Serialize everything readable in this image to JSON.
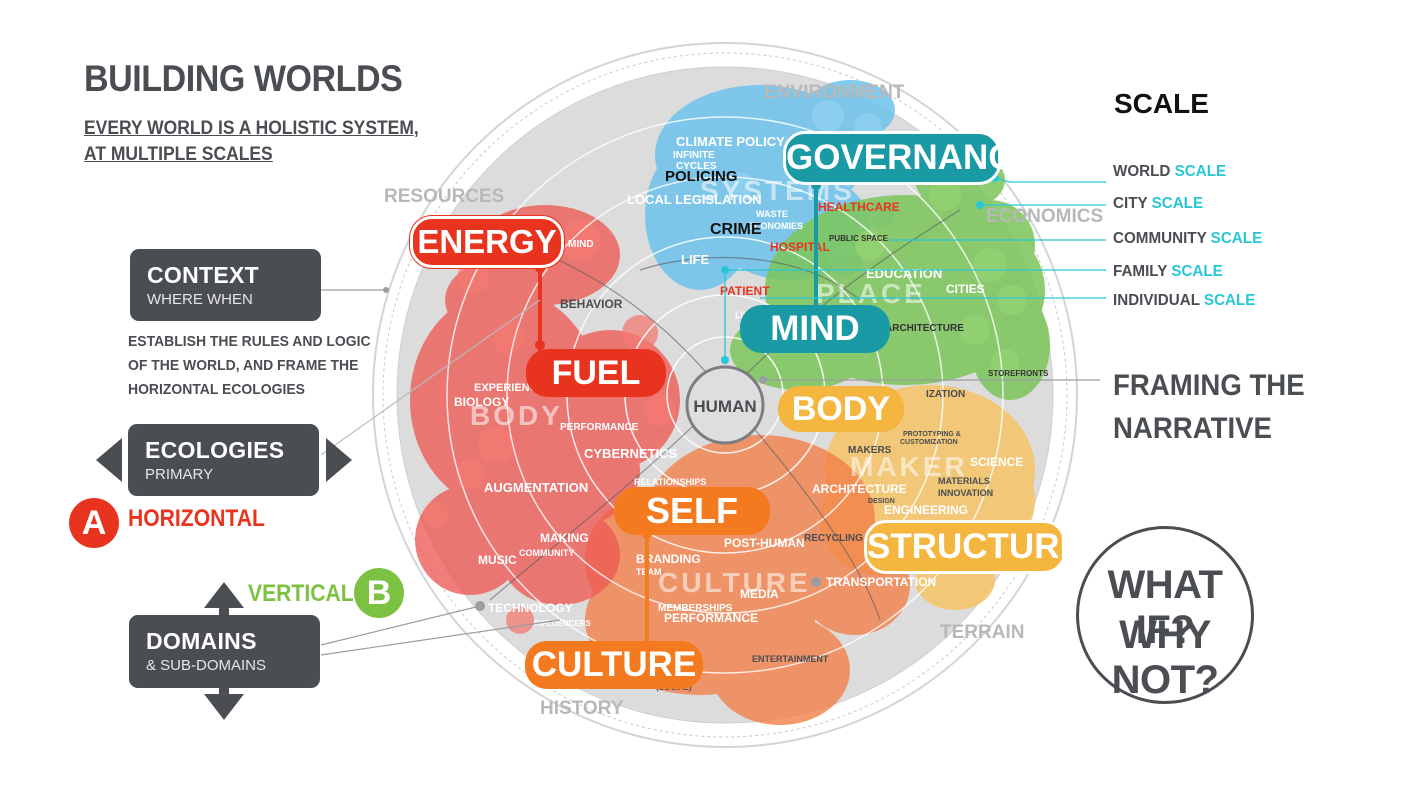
{
  "header": {
    "title": "BUILDING WORLDS",
    "subtitle_line1": "EVERY WORLD IS A HOLISTIC SYSTEM,",
    "subtitle_line2": "AT MULTIPLE SCALES"
  },
  "context_box": {
    "title": "CONTEXT",
    "subtitle": "WHERE WHEN"
  },
  "context_description": [
    "ESTABLISH THE RULES AND LOGIC",
    "OF THE WORLD, AND FRAME THE",
    "HORIZONTAL ECOLOGIES"
  ],
  "ecologies_box": {
    "title": "ECOLOGIES",
    "subtitle": "PRIMARY"
  },
  "horizontal_badge": {
    "letter": "A",
    "label": "HORIZONTAL"
  },
  "vertical_badge": {
    "letter": "B",
    "label": "VERTICAL"
  },
  "domains_box": {
    "title": "DOMAINS",
    "subtitle": "& SUB-DOMAINS"
  },
  "scale_legend": {
    "title": "SCALE",
    "rows": [
      {
        "prefix": "WORLD",
        "suffix": "SCALE"
      },
      {
        "prefix": "CITY",
        "suffix": "SCALE"
      },
      {
        "prefix": "COMMUNITY",
        "suffix": "SCALE"
      },
      {
        "prefix": "FAMILY",
        "suffix": "SCALE"
      },
      {
        "prefix": "INDIVIDUAL",
        "suffix": "SCALE"
      }
    ]
  },
  "framing": {
    "line1": "FRAMING THE",
    "line2": "NARRATIVE"
  },
  "what_if": {
    "line1": "WHAT IF?",
    "line2": "WHY NOT?"
  },
  "wheel": {
    "center": "HUMAN",
    "ring_labels": {
      "environment": "ENVIRONMENT",
      "resources": "RESOURCES",
      "economics": "ECONOMICS",
      "terrain": "TERRAIN",
      "history": "HISTORY"
    },
    "ghost_labels": {
      "systems": "SYSTEMS",
      "place": "PLACE",
      "body": "BODY",
      "maker": "MAKER",
      "culture": "CULTURE"
    },
    "domains": {
      "energy": "ENERGY",
      "fuel": "FUEL",
      "governance": "GOVERNANCE",
      "mind": "MIND",
      "body": "BODY",
      "self": "SELF",
      "structure": "STRUCTURE",
      "culture": "CULTURE"
    },
    "sub_labels": {
      "climate_policy": "CLIMATE POLICY",
      "infinite": "INFINITE",
      "cycles": "CYCLES",
      "policing": "POLICING",
      "local_legislation": "LOCAL LEGISLATION",
      "crime": "CRIME",
      "healthcare": "HEALTHCARE",
      "hospital": "HOSPITAL",
      "patient": "PATIENT",
      "waste": "WASTE",
      "economies": "ECONOMIES",
      "public_space": "PUBLIC SPACE",
      "life": "LIFE",
      "living": "LIVING",
      "education": "EDUCATION",
      "cities": "CITIES",
      "architecture_top": "ARCHITECTURE",
      "storefronts": "STOREFRONTS",
      "mind_small": "MIND",
      "behavior": "BEHAVIOR",
      "experience": "EXPERIENCE",
      "biology": "BIOLOGY",
      "performance": "PERFORMANCE",
      "cybernetics": "CYBERNETICS",
      "augmentation": "AUGMENTATION",
      "relationships": "RELATIONSHIPS",
      "making": "MAKING",
      "community": "COMMUNITY",
      "music": "MUSIC",
      "technology": "TECHNOLOGY",
      "influencers": "INFLUENCERS",
      "branding": "BRANDING",
      "team": "TEAM",
      "post_human": "POST-HUMAN",
      "media": "MEDIA",
      "memberships": "MEMBERSHIPS",
      "performance_bottom": "PERFORMANCE",
      "entertainment": "ENTERTAINMENT",
      "recycling": "RECYCLING",
      "transportation": "TRANSPORTATION",
      "architecture": "ARCHITECTURE",
      "engineering": "ENGINEERING",
      "design": "DESIGN",
      "makers": "MAKERS",
      "science": "SCIENCE",
      "materials": "MATERIALS",
      "innovation": "INNOVATION",
      "prototyping": "PROTOTYPING &",
      "customization": "CUSTOMIZATION",
      "ization": "IZATION",
      "social": "(SOCIAL)"
    }
  },
  "colors": {
    "dark_gray": "#4a4d52",
    "red": "#e8341e",
    "light_red": "#f0625a",
    "orange": "#f47a20",
    "yellow": "#f5b640",
    "teal": "#1a9aa5",
    "cyan": "#29c6d8",
    "blue": "#69c0ea",
    "green": "#7cc55a"
  }
}
